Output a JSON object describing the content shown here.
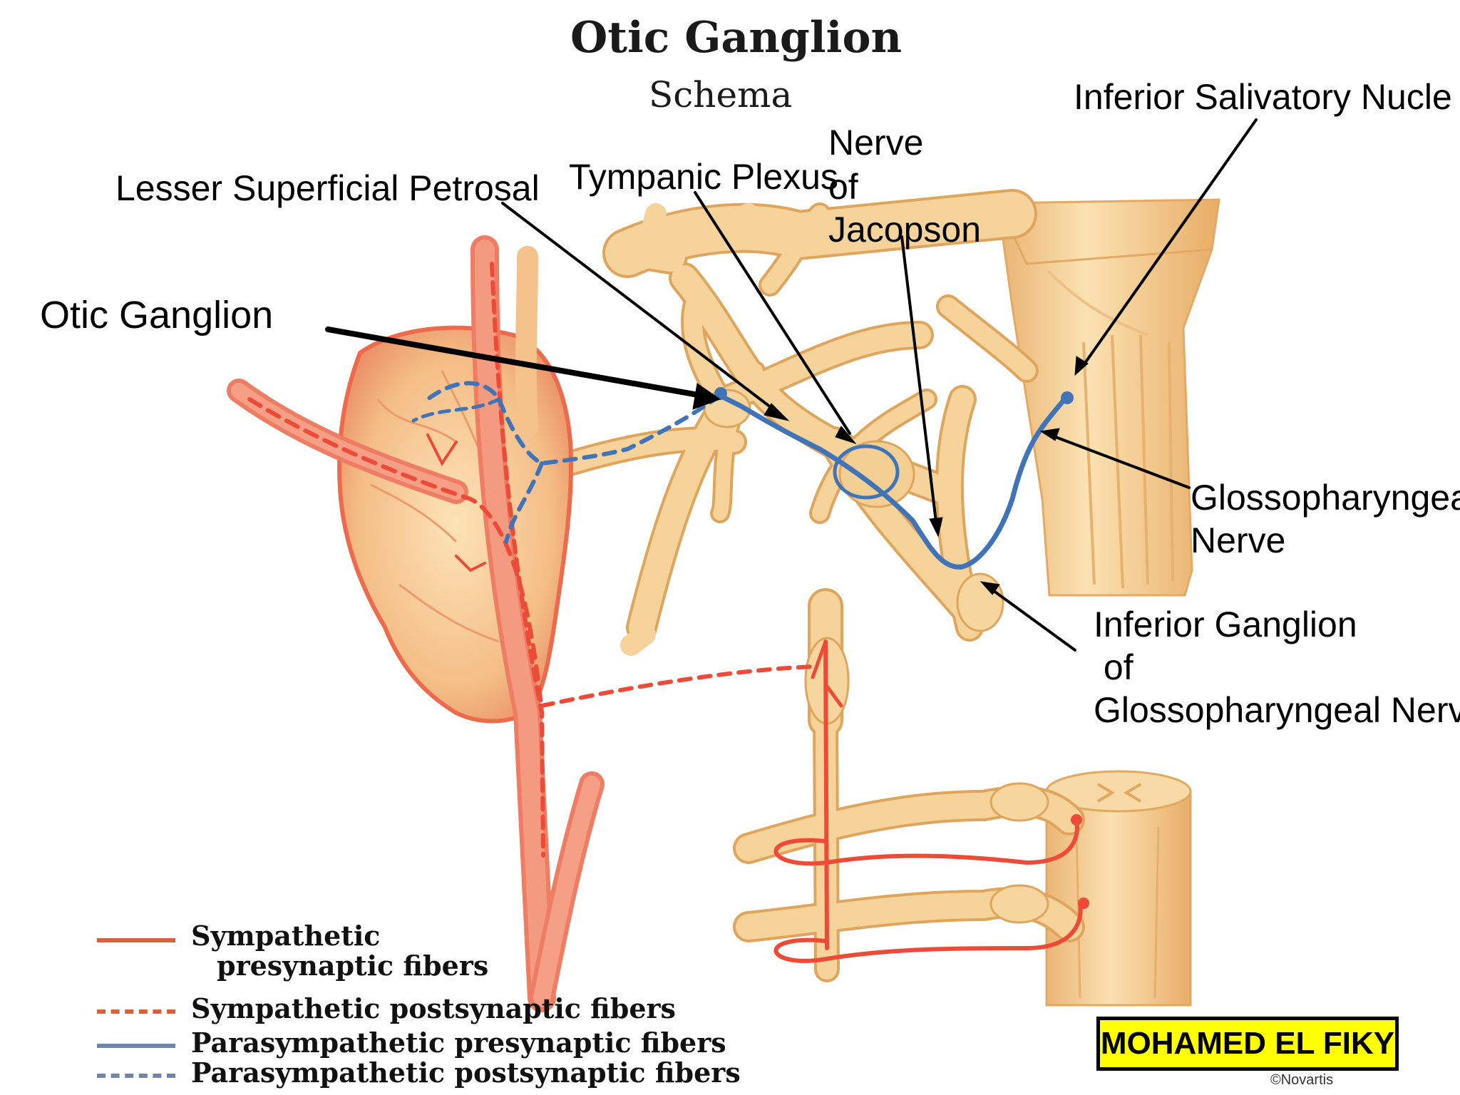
{
  "title": "Otic Ganglion",
  "subtitle": "Schema",
  "labels": {
    "inferior_salivatory": "Inferior Salivatory Nucle",
    "nerve_of_jacobson_1": "Nerve",
    "nerve_of_jacobson_2": "of",
    "nerve_of_jacobson_3": "Jacopson",
    "tympanic_plexus": "Tympanic Plexus",
    "lesser_superficial_petrosal": "Lesser Superficial Petrosal",
    "otic_ganglion": "Otic Ganglion",
    "glossopharyngeal_nerve_1": "Glossopharyngea",
    "glossopharyngeal_nerve_2": "Nerve",
    "inferior_ganglion_1": "Inferior Ganglion",
    "inferior_ganglion_2": " of",
    "inferior_ganglion_3": "Glossopharyngeal Nerv"
  },
  "legend": [
    {
      "line1": "Sympathetic",
      "line2": "presynaptic fibers",
      "style": "solid",
      "color": "#d9603c"
    },
    {
      "line1": "Sympathetic postsynaptic fibers",
      "style": "dashed",
      "color": "#d9603c"
    },
    {
      "line1": "Parasympathetic presynaptic fibers",
      "style": "solid",
      "color": "#6f86a8"
    },
    {
      "line1": "Parasympathetic postsynaptic fibers",
      "style": "dashed",
      "color": "#6f86a8"
    }
  ],
  "badge": "MOHAMED EL FIKY",
  "copyright": "©Novartis",
  "colors": {
    "nerve_fill": "#f2c888",
    "nerve_stroke": "#e0a860",
    "gland_fill": "#f7b27c",
    "symp_red": "#ee4a38",
    "para_blue": "#3f74b8"
  }
}
